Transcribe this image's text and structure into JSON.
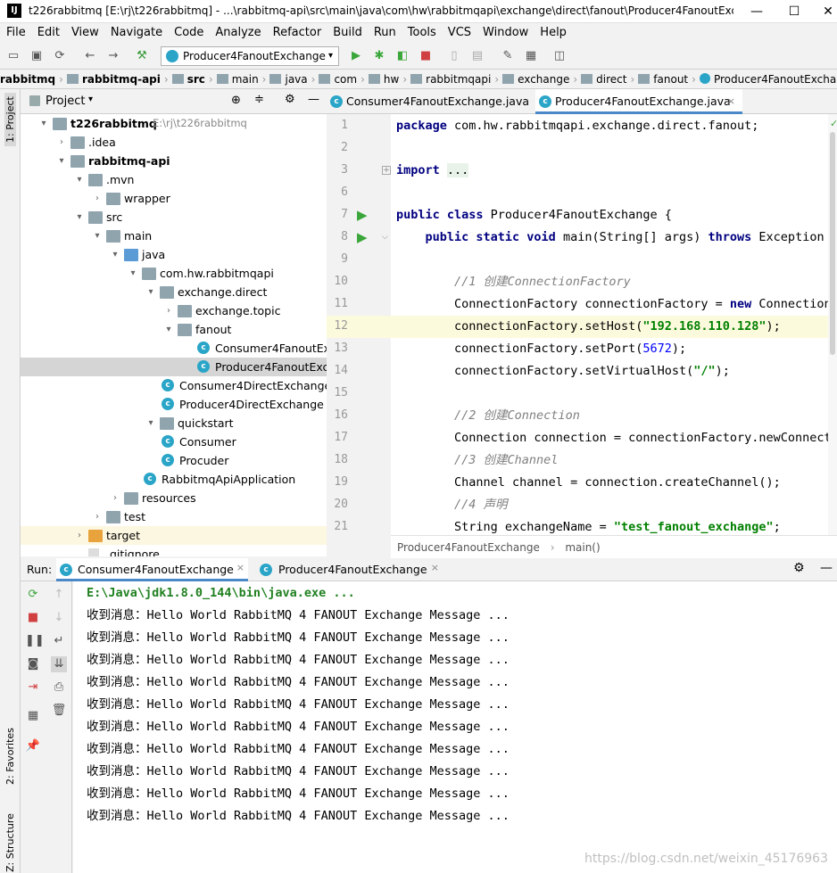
{
  "window": {
    "title": "t226rabbitmq [E:\\rj\\t226rabbitmq] - ...\\rabbitmq-api\\src\\main\\java\\com\\hw\\rabbitmqapi\\exchange\\direct\\fanout\\Producer4FanoutExc...",
    "app_icon": "IJ",
    "minimize": "—",
    "maximize": "☐",
    "close": "✕"
  },
  "menu": [
    "File",
    "Edit",
    "View",
    "Navigate",
    "Code",
    "Analyze",
    "Refactor",
    "Build",
    "Run",
    "Tools",
    "VCS",
    "Window",
    "Help"
  ],
  "toolbar": {
    "run_config": "Producer4FanoutExchange"
  },
  "breadcrumb": [
    "rabbitmq",
    "rabbitmq-api",
    "src",
    "main",
    "java",
    "com",
    "hw",
    "rabbitmqapi",
    "exchange",
    "direct",
    "fanout",
    "Producer4FanoutExchang"
  ],
  "left_strip": {
    "project_tab": "1: Project",
    "favorites_tab": "2: Favorites",
    "structure_tab": "Z: Structure"
  },
  "project_panel": {
    "title": "Project",
    "tree": [
      {
        "label": "t226rabbitmq",
        "extra": "E:\\rj\\t226rabbitmq",
        "indent": 0,
        "arrow": "▾",
        "icon": "folder",
        "bold": true
      },
      {
        "label": ".idea",
        "indent": 1,
        "arrow": "›",
        "icon": "folder"
      },
      {
        "label": "rabbitmq-api",
        "indent": 1,
        "arrow": "▾",
        "icon": "folder",
        "bold": true
      },
      {
        "label": ".mvn",
        "indent": 2,
        "arrow": "▾",
        "icon": "folder"
      },
      {
        "label": "wrapper",
        "indent": 3,
        "arrow": "›",
        "icon": "folder"
      },
      {
        "label": "src",
        "indent": 2,
        "arrow": "▾",
        "icon": "folder"
      },
      {
        "label": "main",
        "indent": 3,
        "arrow": "▾",
        "icon": "folder"
      },
      {
        "label": "java",
        "indent": 4,
        "arrow": "▾",
        "icon": "folder blue"
      },
      {
        "label": "com.hw.rabbitmqapi",
        "indent": 5,
        "arrow": "▾",
        "icon": "folder"
      },
      {
        "label": "exchange.direct",
        "indent": 6,
        "arrow": "▾",
        "icon": "folder"
      },
      {
        "label": "exchange.topic",
        "indent": 7,
        "arrow": "›",
        "icon": "folder"
      },
      {
        "label": "fanout",
        "indent": 7,
        "arrow": "▾",
        "icon": "folder"
      },
      {
        "label": "Consumer4FanoutExchar",
        "indent": 8,
        "arrow": "",
        "icon": "class"
      },
      {
        "label": "Producer4FanoutExchang",
        "indent": 8,
        "arrow": "",
        "icon": "class",
        "selected": true
      },
      {
        "label": "Consumer4DirectExchange",
        "indent": 7,
        "arrow": "",
        "icon": "class",
        "shift": -1
      },
      {
        "label": "Producer4DirectExchange",
        "indent": 7,
        "arrow": "",
        "icon": "class",
        "shift": -1
      },
      {
        "label": "quickstart",
        "indent": 6,
        "arrow": "▾",
        "icon": "folder"
      },
      {
        "label": "Consumer",
        "indent": 7,
        "arrow": "",
        "icon": "class",
        "shift": -1
      },
      {
        "label": "Procuder",
        "indent": 7,
        "arrow": "",
        "icon": "class",
        "shift": -1
      },
      {
        "label": "RabbitmqApiApplication",
        "indent": 6,
        "arrow": "",
        "icon": "class",
        "shift": -1
      },
      {
        "label": "resources",
        "indent": 4,
        "arrow": "›",
        "icon": "folder"
      },
      {
        "label": "test",
        "indent": 3,
        "arrow": "›",
        "icon": "folder"
      },
      {
        "label": "target",
        "indent": 2,
        "arrow": "›",
        "icon": "folder orange",
        "highlight": true
      },
      {
        "label": ".gitignore",
        "indent": 2,
        "arrow": "",
        "icon": "file"
      }
    ]
  },
  "editor_tabs": [
    {
      "label": "Consumer4FanoutExchange.java",
      "active": false
    },
    {
      "label": "Producer4FanoutExchange.java",
      "active": true
    }
  ],
  "code_lines": [
    {
      "n": "1",
      "html": "<span class='kw'>package</span> com.hw.rabbitmqapi.exchange.direct.fanout;"
    },
    {
      "n": "2",
      "html": ""
    },
    {
      "n": "3",
      "html": "<span class='kw'>import</span> <span style='background:#e8f2e8'>...</span>"
    },
    {
      "n": "6",
      "html": ""
    },
    {
      "n": "7",
      "html": "<span class='kw'>public class</span> Producer4FanoutExchange {"
    },
    {
      "n": "8",
      "html": "    <span class='kw'>public static void</span> main(String[] args) <span class='kw'>throws</span> Exception"
    },
    {
      "n": "9",
      "html": ""
    },
    {
      "n": "10",
      "html": "        <span class='cm'>//1 创建ConnectionFactory</span>"
    },
    {
      "n": "11",
      "html": "        ConnectionFactory connectionFactory = <span class='kw'>new</span> ConnectionFa"
    },
    {
      "n": "12",
      "html": "        connectionFactory.setHost(<span class='str'>\"192.168.110.128\"</span>);",
      "hl": true
    },
    {
      "n": "13",
      "html": "        connectionFactory.setPort(<span class='num'>5672</span>);"
    },
    {
      "n": "14",
      "html": "        connectionFactory.setVirtualHost(<span class='str'>\"/\"</span>);"
    },
    {
      "n": "15",
      "html": ""
    },
    {
      "n": "16",
      "html": "        <span class='cm'>//2 创建Connection</span>"
    },
    {
      "n": "17",
      "html": "        Connection connection = connectionFactory.newConnectio"
    },
    {
      "n": "18",
      "html": "        <span class='cm'>//3 创建Channel</span>"
    },
    {
      "n": "19",
      "html": "        Channel channel = connection.createChannel();"
    },
    {
      "n": "20",
      "html": "        <span class='cm'>//4 声明</span>"
    },
    {
      "n": "21",
      "html": "        String exchangeName = <span class='str'>\"test_fanout_exchange\"</span>;"
    }
  ],
  "editor_breadcrumb": [
    "Producer4FanoutExchange",
    "main()"
  ],
  "run_panel": {
    "label": "Run:",
    "tabs": [
      {
        "label": "Consumer4FanoutExchange"
      },
      {
        "label": "Producer4FanoutExchange"
      }
    ]
  },
  "console": {
    "command": "E:\\Java\\jdk1.8.0_144\\bin\\java.exe ...",
    "lines": [
      "收到消息：Hello World RabbitMQ 4 FANOUT Exchange Message ...",
      "收到消息：Hello World RabbitMQ 4 FANOUT Exchange Message ...",
      "收到消息：Hello World RabbitMQ 4 FANOUT Exchange Message ...",
      "收到消息：Hello World RabbitMQ 4 FANOUT Exchange Message ...",
      "收到消息：Hello World RabbitMQ 4 FANOUT Exchange Message ...",
      "收到消息：Hello World RabbitMQ 4 FANOUT Exchange Message ...",
      "收到消息：Hello World RabbitMQ 4 FANOUT Exchange Message ...",
      "收到消息：Hello World RabbitMQ 4 FANOUT Exchange Message ...",
      "收到消息：Hello World RabbitMQ 4 FANOUT Exchange Message ...",
      "收到消息：Hello World RabbitMQ 4 FANOUT Exchange Message ..."
    ]
  },
  "watermark": "https://blog.csdn.net/weixin_45176963"
}
